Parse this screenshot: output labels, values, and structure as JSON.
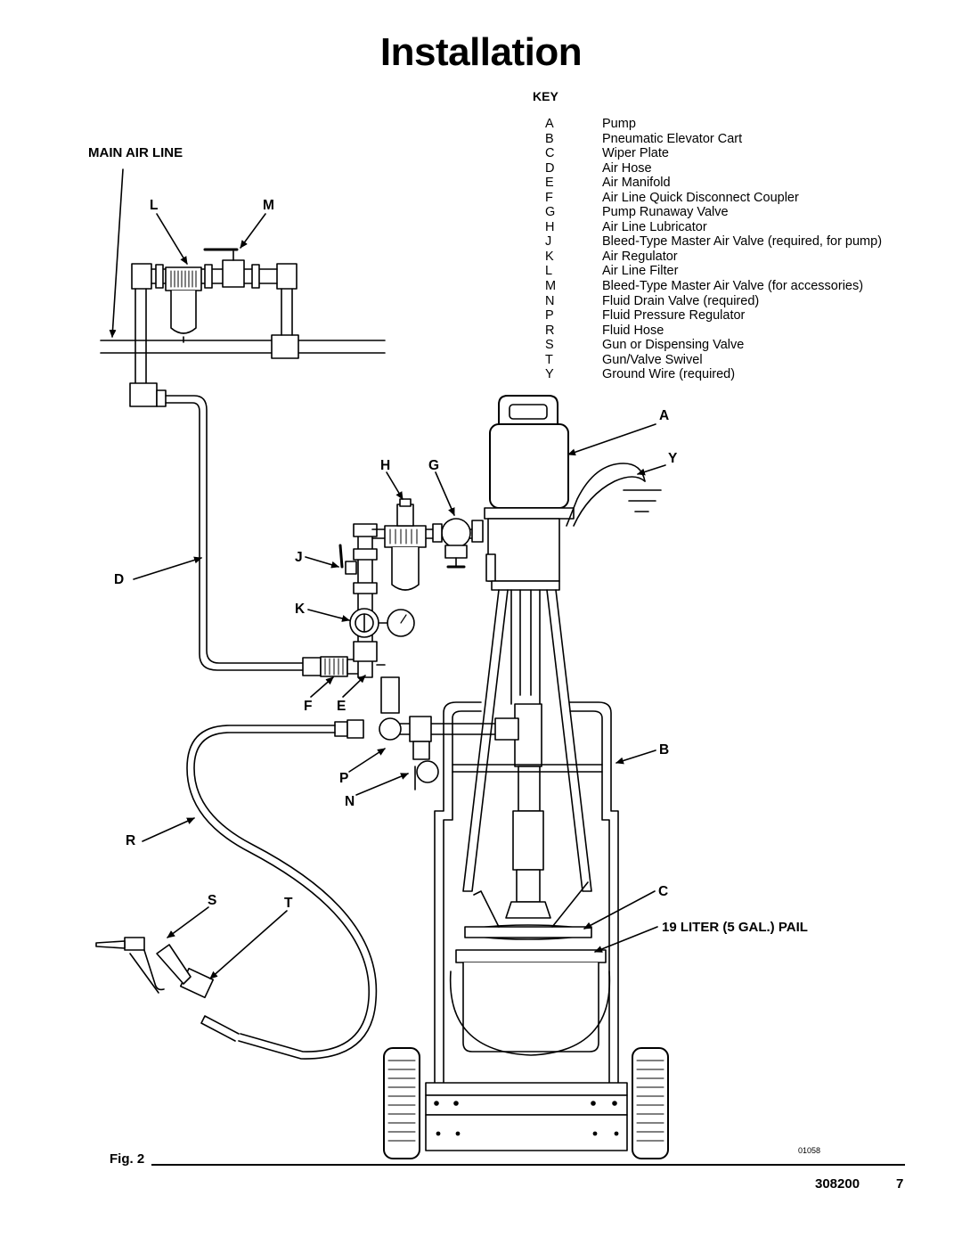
{
  "page": {
    "title": "Installation",
    "figure_label": "Fig. 2",
    "image_id": "01058",
    "doc_number": "308200",
    "page_number": "7"
  },
  "key": {
    "heading": "KEY",
    "items": [
      {
        "letter": "A",
        "text": "Pump"
      },
      {
        "letter": "B",
        "text": "Pneumatic Elevator Cart"
      },
      {
        "letter": "C",
        "text": "Wiper Plate"
      },
      {
        "letter": "D",
        "text": "Air Hose"
      },
      {
        "letter": "E",
        "text": "Air Manifold"
      },
      {
        "letter": "F",
        "text": "Air Line Quick Disconnect Coupler"
      },
      {
        "letter": "G",
        "text": "Pump Runaway Valve"
      },
      {
        "letter": "H",
        "text": "Air Line Lubricator"
      },
      {
        "letter": "J",
        "text": "Bleed-Type Master Air Valve (required, for pump)"
      },
      {
        "letter": "K",
        "text": "Air Regulator"
      },
      {
        "letter": "L",
        "text": "Air Line Filter"
      },
      {
        "letter": "M",
        "text": "Bleed-Type Master Air Valve (for accessories)"
      },
      {
        "letter": "N",
        "text": "Fluid Drain Valve (required)"
      },
      {
        "letter": "P",
        "text": "Fluid Pressure Regulator"
      },
      {
        "letter": "R",
        "text": "Fluid Hose"
      },
      {
        "letter": "S",
        "text": "Gun or Dispensing Valve"
      },
      {
        "letter": "T",
        "text": "Gun/Valve Swivel"
      },
      {
        "letter": "Y",
        "text": "Ground Wire (required)"
      }
    ]
  },
  "callouts": {
    "main_air_line": "MAIN AIR LINE",
    "pail": "19 LITER (5 GAL.) PAIL",
    "L": "L",
    "M": "M",
    "A": "A",
    "Y": "Y",
    "H": "H",
    "G": "G",
    "J": "J",
    "D": "D",
    "K": "K",
    "F": "F",
    "E": "E",
    "B": "B",
    "P": "P",
    "N": "N",
    "R": "R",
    "C": "C",
    "S": "S",
    "T": "T"
  }
}
